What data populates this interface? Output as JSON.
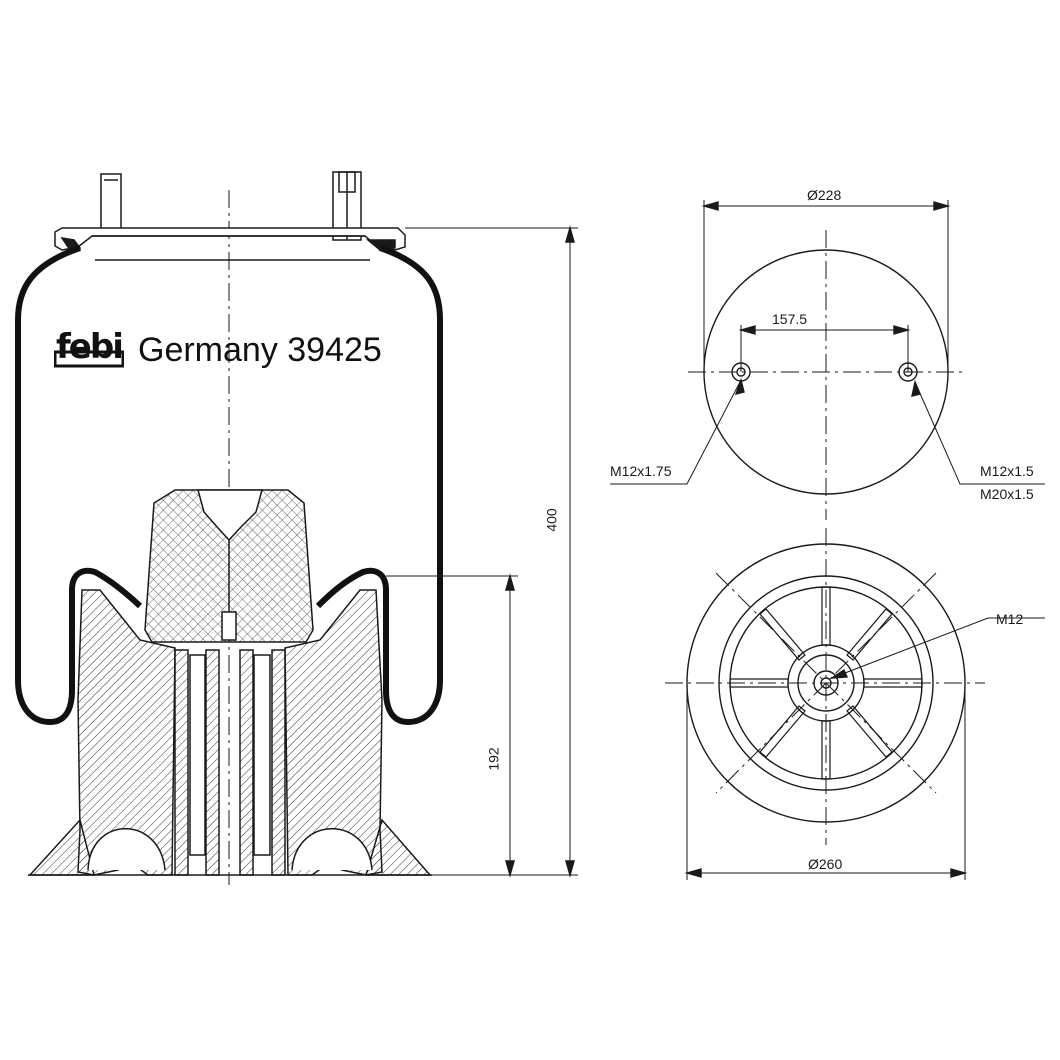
{
  "brand": {
    "logo_text": "febi",
    "label": "Germany 39425"
  },
  "dimensions": {
    "overall_height": "400",
    "piston_height": "192",
    "top_plate_diameter": "Ø228",
    "stud_spacing": "157.5",
    "bottom_diameter": "Ø260"
  },
  "threads": {
    "left_stud": "M12x1.75",
    "right_stud": "M12x1.5",
    "right_stud_alt": "M20x1.5",
    "bottom_center": "M12"
  },
  "colors": {
    "line": "#1a1a1a",
    "hatch": "#333333",
    "background": "#ffffff"
  }
}
